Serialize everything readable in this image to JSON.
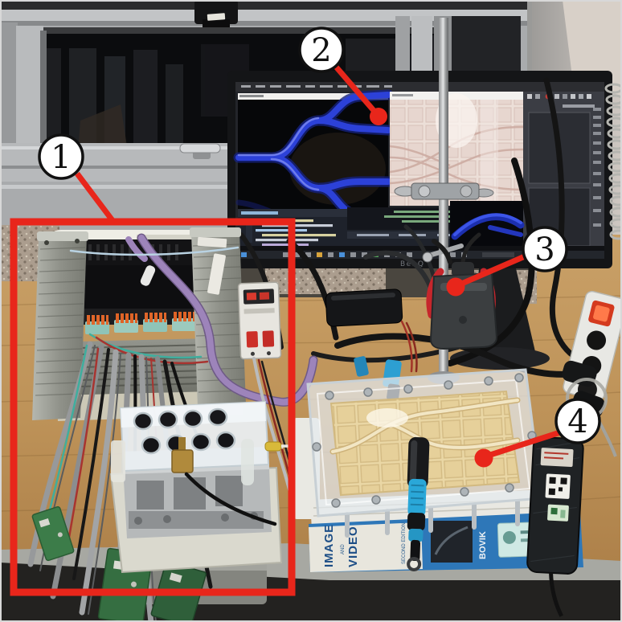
{
  "annotations": {
    "accent_color": "#e8261b",
    "labels": [
      {
        "id": "annotation-1",
        "number": "1"
      },
      {
        "id": "annotation-2",
        "number": "2"
      },
      {
        "id": "annotation-3",
        "number": "3"
      },
      {
        "id": "annotation-4",
        "number": "4"
      }
    ]
  },
  "monitor": {
    "brand_label": "BenQ"
  },
  "book": {
    "spine_title_top": "IMAGE",
    "spine_title_mid": "AND",
    "spine_title_bottom": "VIDEO",
    "spine_edition": "SECOND EDITION",
    "spine_author": "BOVIK"
  }
}
